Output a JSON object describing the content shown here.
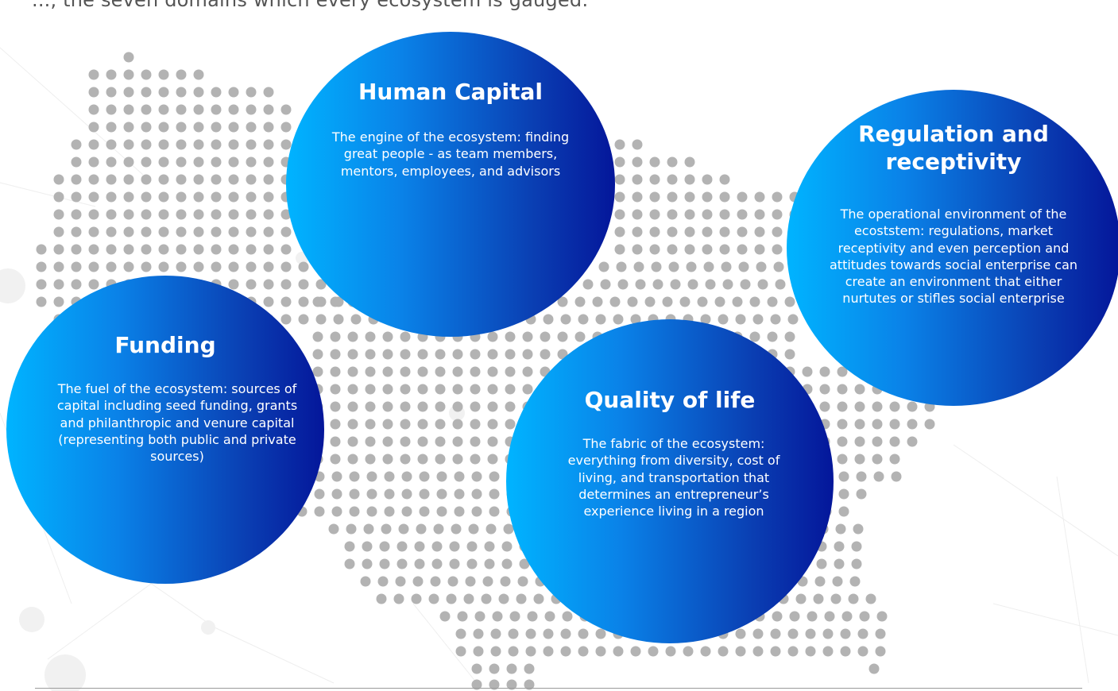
{
  "intro_text": "..., the seven domains which every ecosystem is gauged:",
  "colors": {
    "gradient_start": "#00b4ff",
    "gradient_end": "#04169a",
    "map_dot": "#b3b3b3",
    "text_on_circle": "#ffffff"
  },
  "domains": [
    {
      "title": "Human Capital",
      "description": "The engine of the ecosystem: finding great people - as team members, mentors, employees, and advisors"
    },
    {
      "title": "Regulation and receptivity",
      "description": "The operational environment of the ecoststem: regulations, market receptivity and even perception and attitudes towards social enterprise can create an environment that either nurtutes or stifles social enterprise"
    },
    {
      "title": "Funding",
      "description": "The fuel of the ecosystem: sources of capital including seed funding, grants and philanthropic and venure capital (representing both public and private sources)"
    },
    {
      "title": "Quality of life",
      "description": "The fabric of the ecosystem: everything from diversity, cost of living, and transportation that determines an entrepreneur’s experience living in a region"
    }
  ]
}
